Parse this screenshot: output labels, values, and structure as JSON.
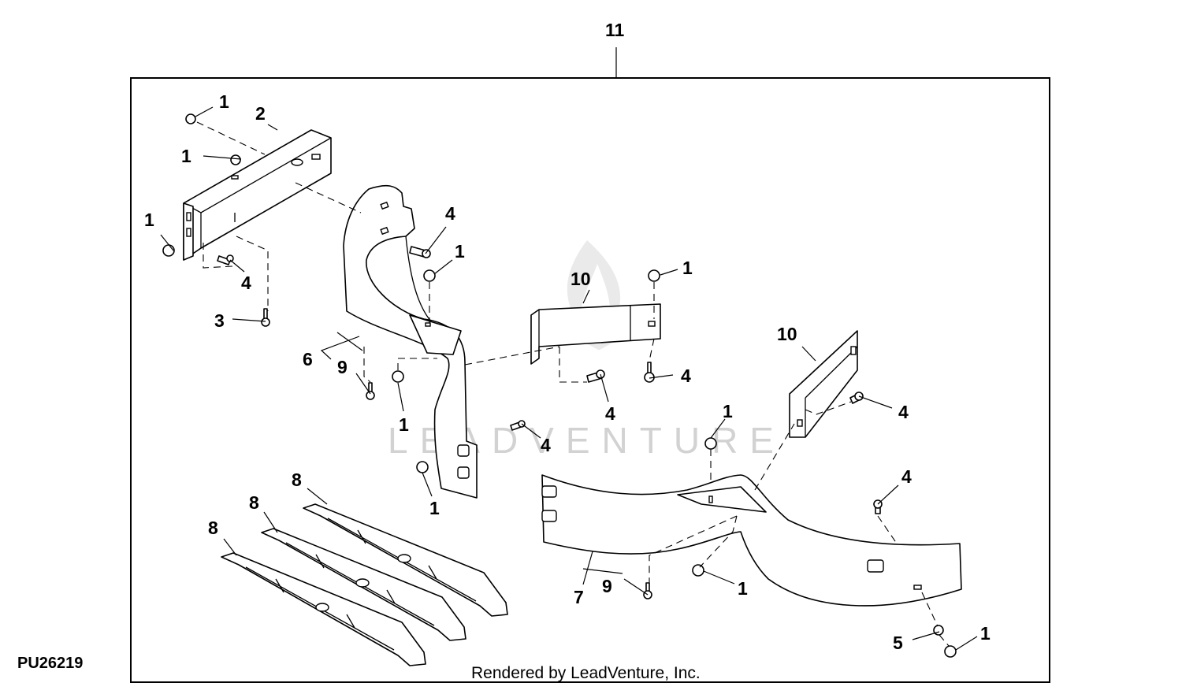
{
  "figure_id": "PU26219",
  "credit": "Rendered by LeadVenture, Inc.",
  "watermark": "LEADVENTURE",
  "assembly_label": "11",
  "callouts": {
    "c1a": "1",
    "c1b": "1",
    "c1c": "1",
    "c1d": "1",
    "c1e": "1",
    "c1f": "1",
    "c1g": "1",
    "c1h": "1",
    "c1i": "1",
    "c1j": "1",
    "c2": "2",
    "c3": "3",
    "c4a": "4",
    "c4b": "4",
    "c4c": "4",
    "c4d": "4",
    "c4e": "4",
    "c4f": "4",
    "c4g": "4",
    "c5": "5",
    "c6": "6",
    "c7": "7",
    "c8a": "8",
    "c8b": "8",
    "c8c": "8",
    "c9a": "9",
    "c9b": "9",
    "c10a": "10",
    "c10b": "10"
  }
}
